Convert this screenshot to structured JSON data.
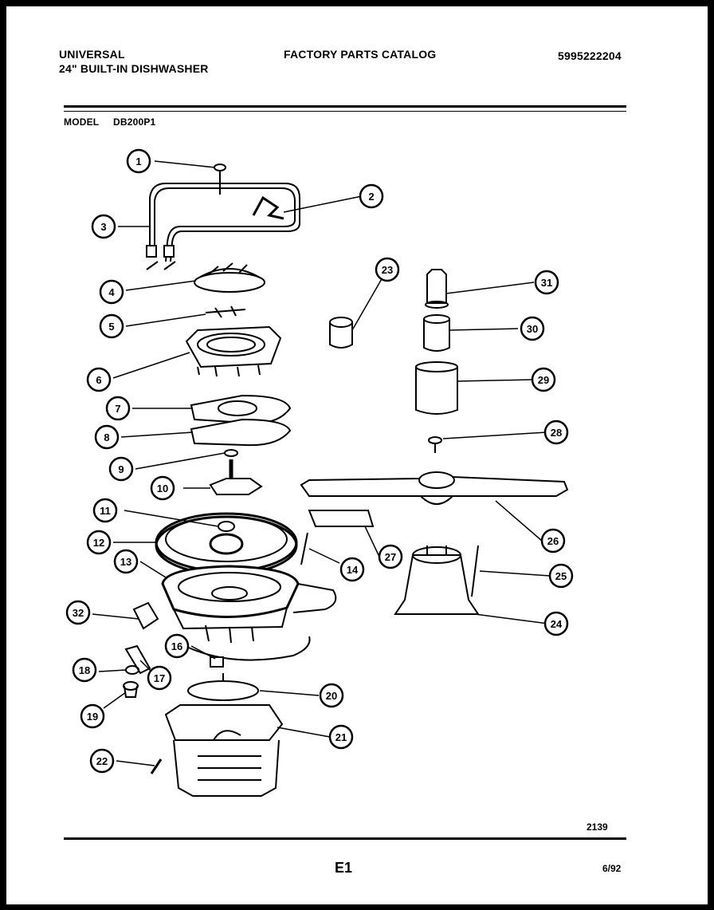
{
  "header": {
    "brand": "UNIVERSAL",
    "product": "24\" BUILT-IN DISHWASHER",
    "catalog_title": "FACTORY PARTS CATALOG",
    "catalog_number": "5995222204",
    "model_label": "MODEL",
    "model_number": "DB200P1"
  },
  "diagram": {
    "callouts": [
      "1",
      "2",
      "3",
      "4",
      "5",
      "6",
      "7",
      "8",
      "9",
      "10",
      "11",
      "12",
      "13",
      "14",
      "16",
      "17",
      "18",
      "19",
      "20",
      "21",
      "22",
      "23",
      "24",
      "25",
      "26",
      "27",
      "28",
      "29",
      "30",
      "31",
      "32"
    ]
  },
  "footer": {
    "drawing_number": "2139",
    "page_code": "E1",
    "date": "6/92"
  }
}
